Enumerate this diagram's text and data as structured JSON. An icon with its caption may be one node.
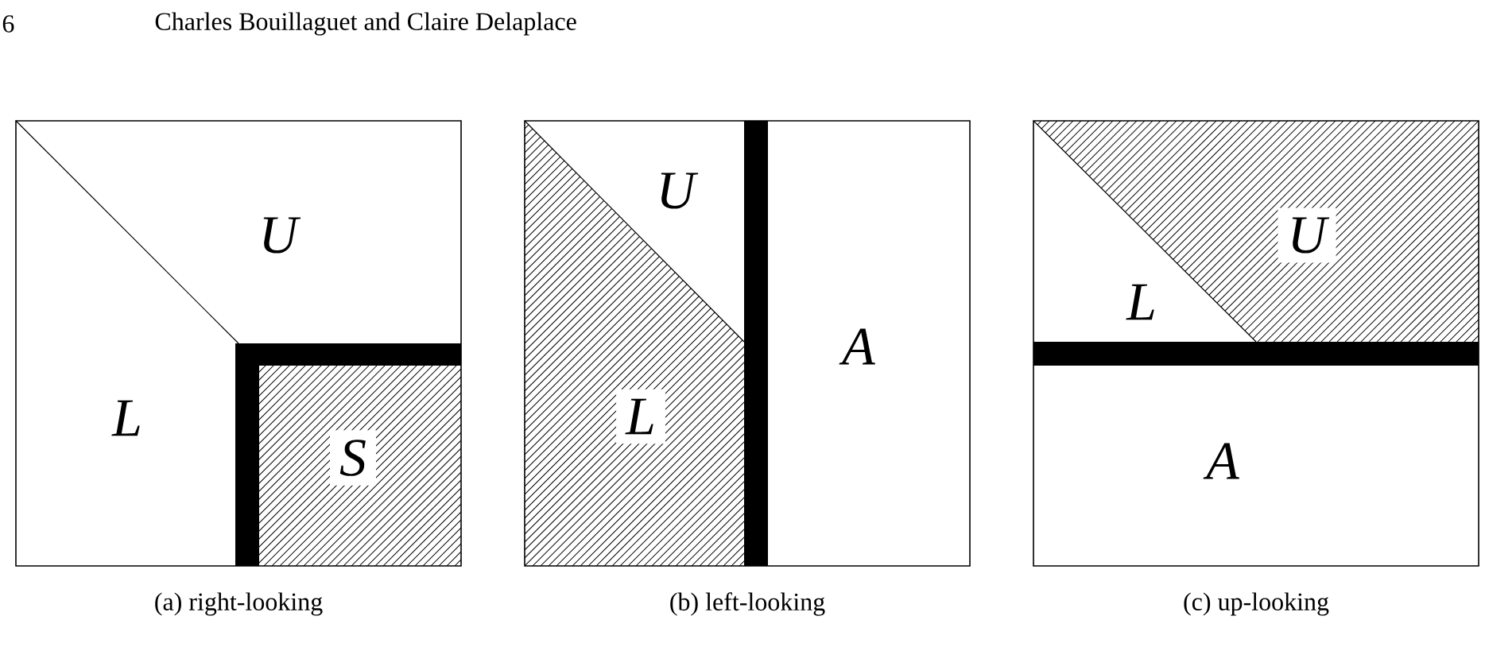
{
  "diagram": {
    "nodes": [
      {
        "text": [
          "U",
          "L",
          "S"
        ],
        "beside": [
          "(a) right-looking"
        ]
      },
      {
        "text": [
          "U",
          "L",
          "A"
        ],
        "beside": [
          "(b) left-looking"
        ]
      },
      {
        "text": [
          "L",
          "U",
          "A"
        ],
        "beside": [
          "(c) up-looking"
        ]
      }
    ],
    "labels": [
      "6",
      "Charles Bouillaguet and Claire Delaplace"
    ]
  }
}
